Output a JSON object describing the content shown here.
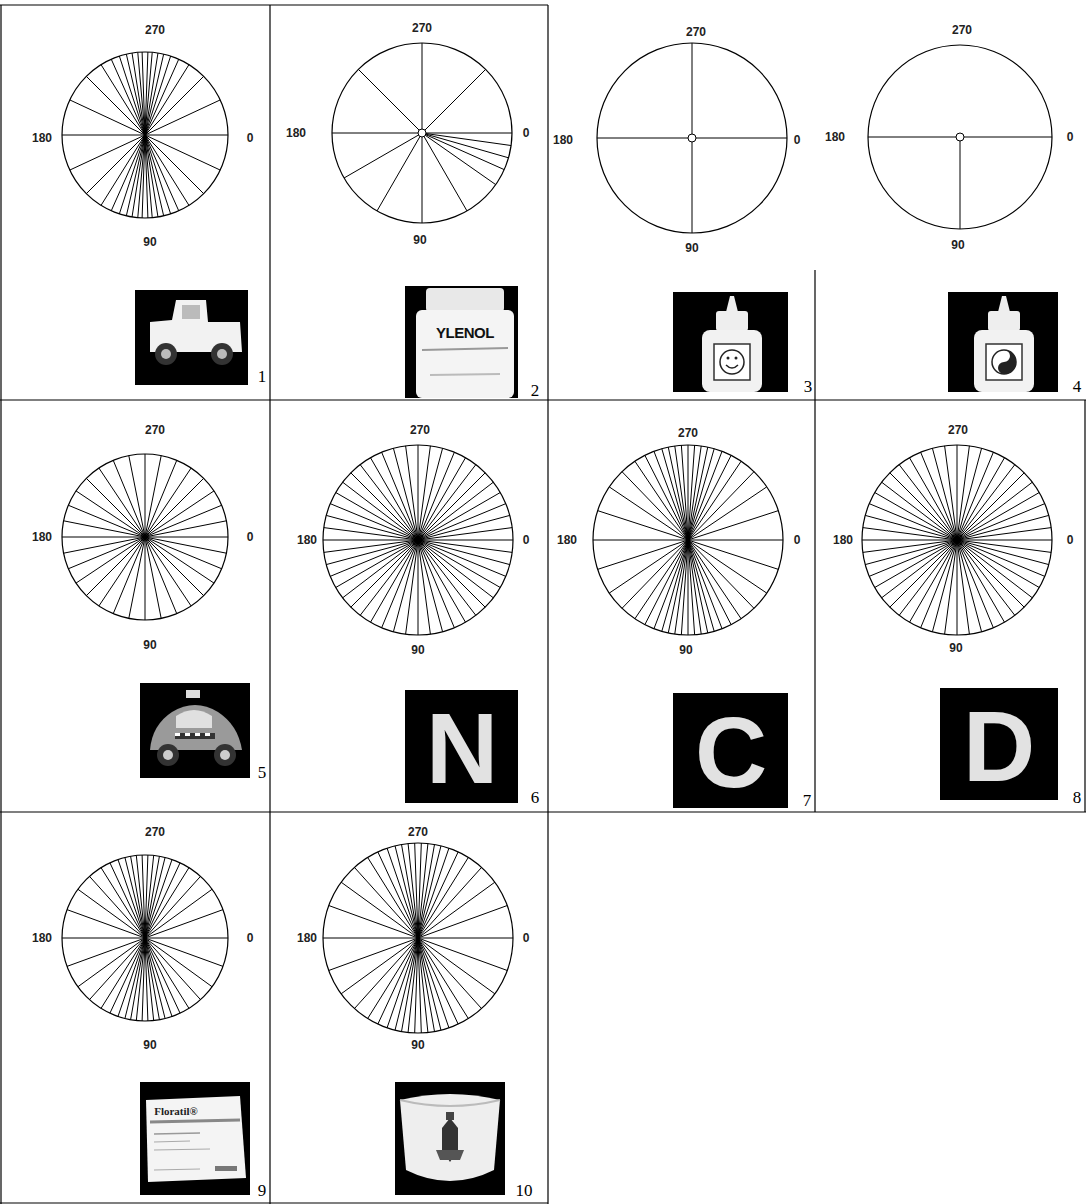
{
  "diagram": {
    "labels": [
      "270",
      "180",
      "0",
      "90",
      "1",
      "270",
      "180",
      "0",
      "90",
      "YLENOL",
      "2",
      "270",
      "180",
      "0",
      "90",
      "3",
      "270",
      "180",
      "0",
      "90",
      "4",
      "270",
      "180",
      "0",
      "90",
      "5",
      "270",
      "180",
      "0",
      "90",
      "N",
      "6",
      "270",
      "180",
      "0",
      "90",
      "C",
      "7",
      "270",
      "180",
      "0",
      "90",
      "D",
      "8",
      "270",
      "180",
      "0",
      "90",
      "Floratil®",
      "9",
      "270",
      "180",
      "0",
      "90",
      "10"
    ]
  }
}
